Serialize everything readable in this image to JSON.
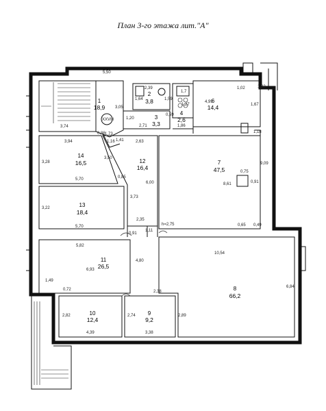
{
  "title": "План 3-го этажа лит.\"А\"",
  "marker": "XXVIII",
  "height_label": "h=2,75",
  "rooms": [
    {
      "id": "1",
      "area": "18,9"
    },
    {
      "id": "2",
      "area": "3,8"
    },
    {
      "id": "3",
      "area": "3,3"
    },
    {
      "id": "4",
      "area": "2,6"
    },
    {
      "id": "6",
      "area": "14,4"
    },
    {
      "id": "7",
      "area": "47,5"
    },
    {
      "id": "8",
      "area": "66,2"
    },
    {
      "id": "9",
      "area": "9,2"
    },
    {
      "id": "10",
      "area": "12,4"
    },
    {
      "id": "11",
      "area": "26,5"
    },
    {
      "id": "12",
      "area": "16,4"
    },
    {
      "id": "13",
      "area": "18,4"
    },
    {
      "id": "14",
      "area": "16,5"
    }
  ],
  "dims": {
    "top": "5,50",
    "r1_w": "3,74",
    "r1_h": "3,05",
    "r1_d1": "0,86",
    "r1_d2": "1,73",
    "r1_d3": "1,41",
    "r2_w": "2,39",
    "r2_h1": "1,64",
    "r2_h2": "1,59",
    "r3_w1": "1,20",
    "r3_w2": "2,71",
    "r3_h": "0,59",
    "r4_w1": "1,7",
    "r4_w2": "1,27",
    "r4_w3": "1,86",
    "r6_w": "4,99",
    "r6_h1": "1,02",
    "r6_h2": "1,67",
    "r6_w2": "1,32",
    "r7_w": "9,09",
    "r7_d1": "1,18",
    "r7_h": "8,61",
    "r7_c1": "0,75",
    "r7_c2": "0,91",
    "r7_b1": "0,65",
    "r7_b2": "0,49",
    "r12_w": "2,63",
    "r12_d": "3,50",
    "r12_h1": "6,00",
    "r12_h2": "3,73",
    "r12_e": "0,85",
    "r12_f": "1,16",
    "r14_w": "3,94",
    "r14_h": "3,28",
    "r14_b": "5,70",
    "r13_h": "3,22",
    "r13_b": "5,70",
    "c_w": "2,35",
    "c_a": "0,91",
    "c_b": "1,11",
    "r11_w": "5,82",
    "r11_h": "4,80",
    "r11_b": "6,93",
    "r11_l": "1,49",
    "r11_l2": "0,72",
    "r8_w": "10,54",
    "r8_h": "6,84",
    "r10_h": "2,82",
    "r10_b": "4,39",
    "r9_w": "2,38",
    "r9_h": "2,74",
    "r9_h2": "2,89",
    "r9_b": "3,38"
  }
}
